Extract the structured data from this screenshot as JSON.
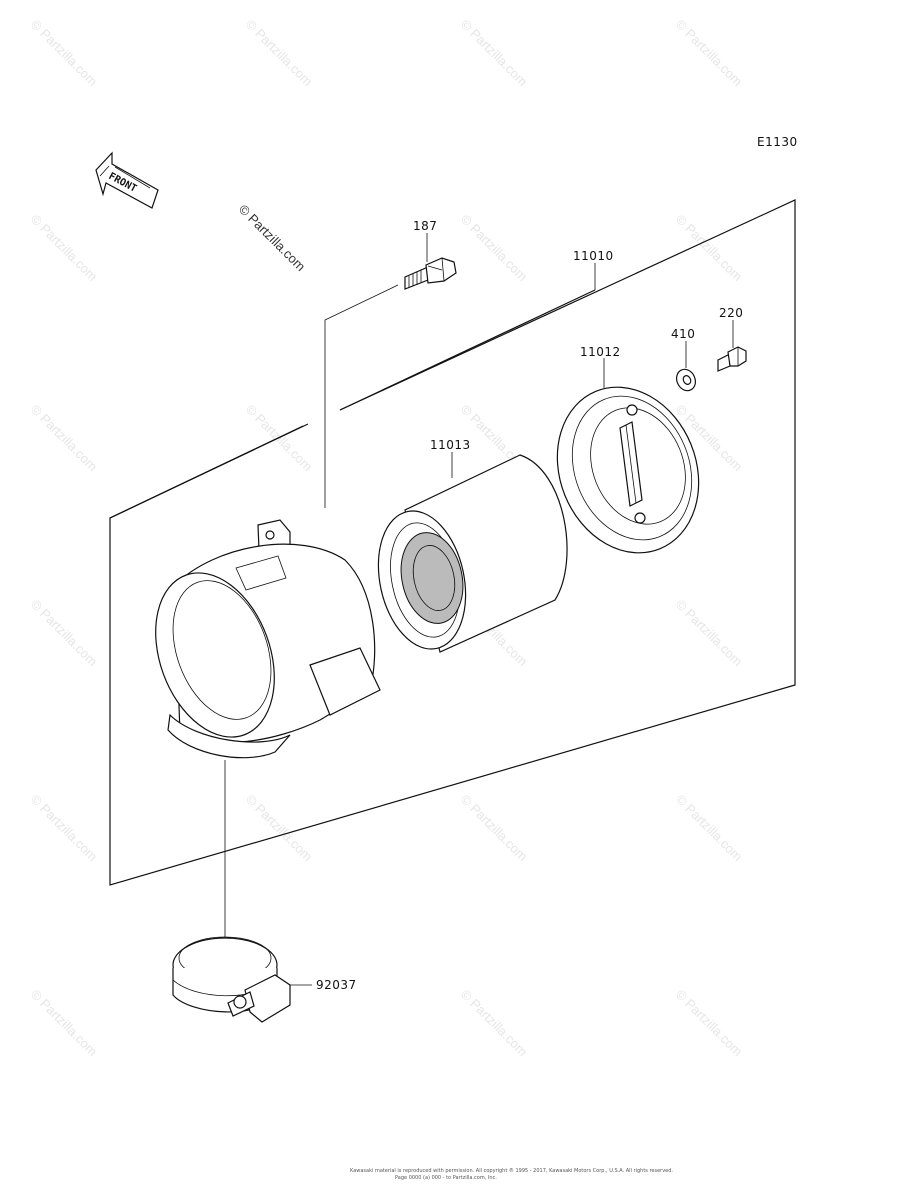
{
  "diagram_code": "E1130",
  "front_label": "FRONT",
  "watermark": "© Partzilla.com",
  "copyright": {
    "line1": "Kawasaki material is reproduced with permission. All copyright ® 1995 - 2017, Kawasaki Motors Corp., U.S.A. All rights reserved.",
    "line2": "Page 0000 (a) 000 - to Partzilla.com, Inc."
  },
  "parts": {
    "p187": "187",
    "p11010": "11010",
    "p220": "220",
    "p410": "410",
    "p11012": "11012",
    "p11013": "11013",
    "p92037": "92037"
  }
}
